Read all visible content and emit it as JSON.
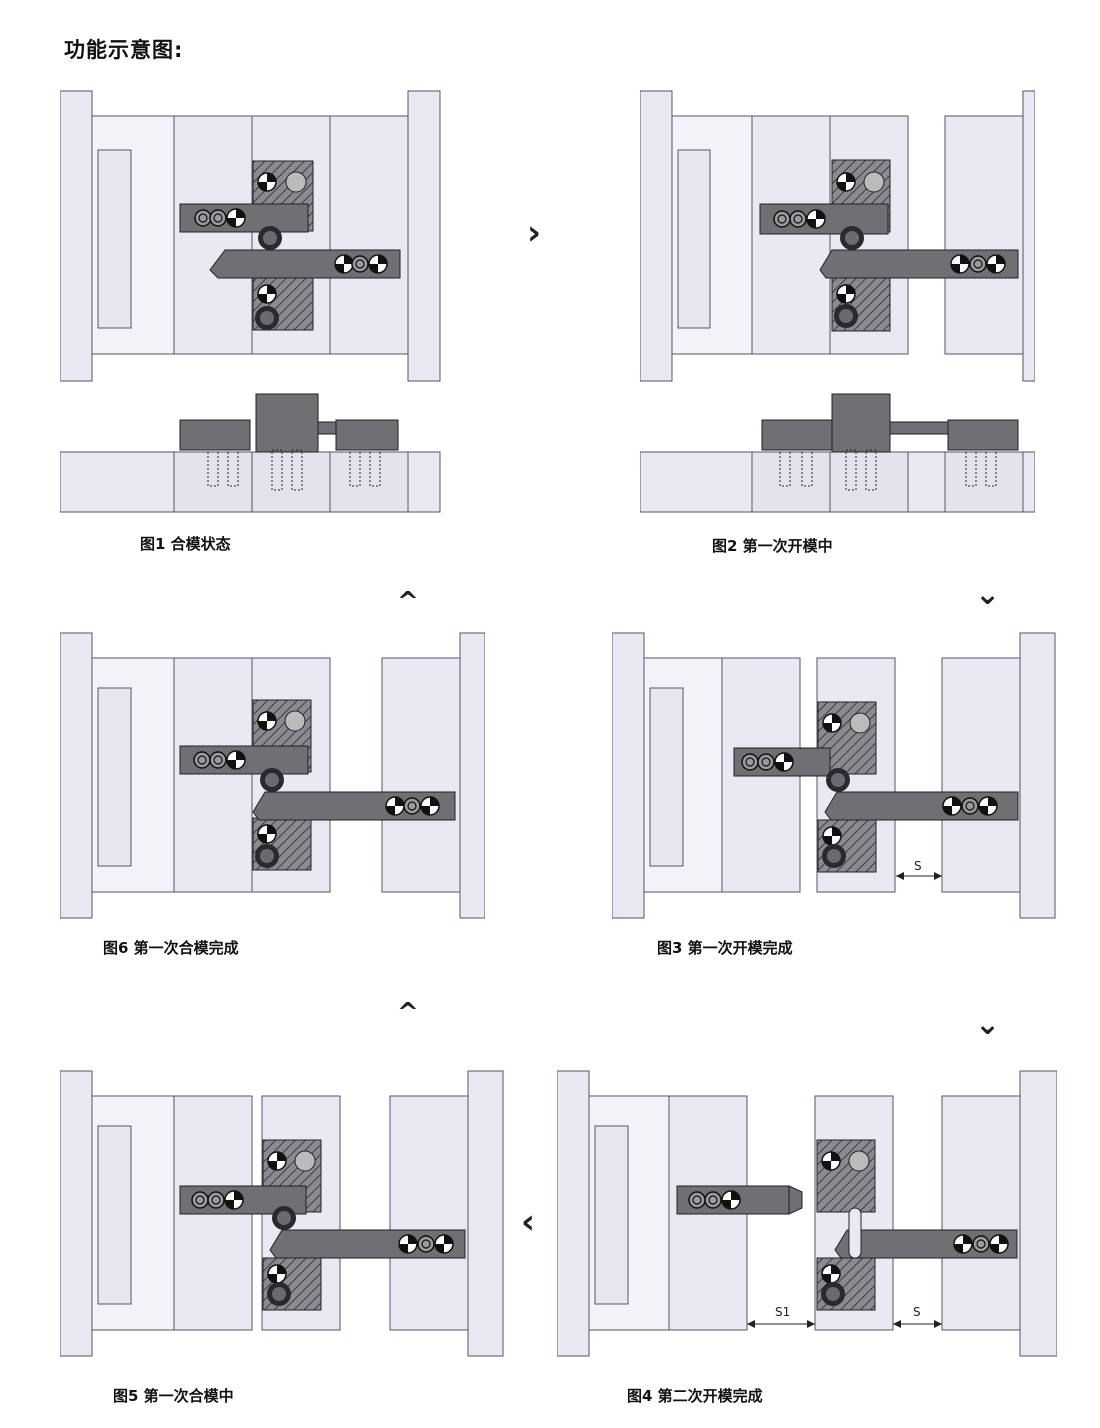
{
  "title": "功能示意图:",
  "figures": [
    {
      "id": "fig1",
      "caption": "图1 合模状态"
    },
    {
      "id": "fig2",
      "caption": "图2 第一次开模中"
    },
    {
      "id": "fig3",
      "caption": "图3 第一次开模完成",
      "label_s": "S"
    },
    {
      "id": "fig4",
      "caption": "图4 第二次开模完成",
      "label_s": "S",
      "label_s1": "S1"
    },
    {
      "id": "fig5",
      "caption": "图5 第一次合模中"
    },
    {
      "id": "fig6",
      "caption": "图6 第一次合模完成"
    }
  ],
  "arrows": {
    "a12": "›",
    "a23": "⌄",
    "a34": "⌄",
    "a45": "‹",
    "a56": "^",
    "a61": "^"
  },
  "colors": {
    "plate": "#e9e9f3",
    "line": "#555566",
    "part": "#6f6f74",
    "hatch": "#7a7a7e"
  }
}
